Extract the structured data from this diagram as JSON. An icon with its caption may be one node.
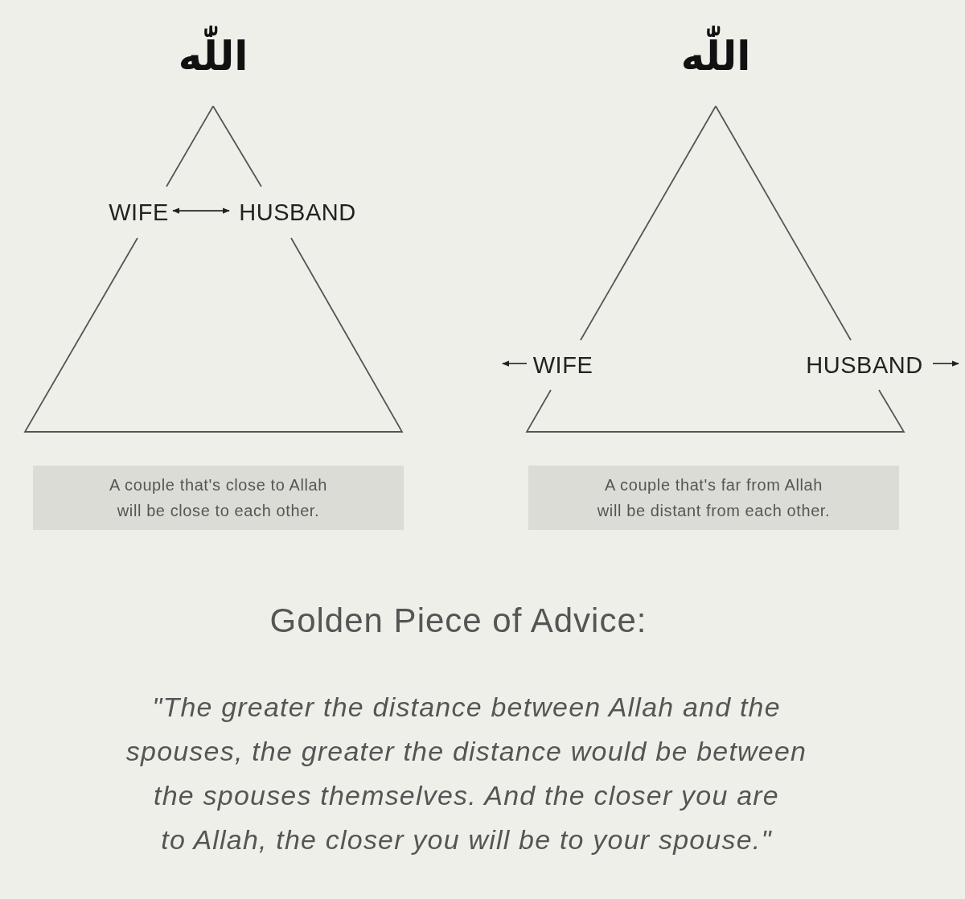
{
  "diagram": {
    "title": "Golden Piece of Advice:",
    "caption": "\"The greater the distance between Allah and the spouses, the greater the distance would be between the spouses themselves. And the closer you are to Allah, the closer you will be to your spouse.\"",
    "nodes": [
      {
        "text": [
          "اللّٰه"
        ]
      },
      {
        "text": [
          "WIFE"
        ]
      },
      {
        "text": [
          "HUSBAND"
        ]
      },
      {
        "text": [
          "اللّٰه"
        ]
      },
      {
        "text": [
          "WIFE"
        ]
      },
      {
        "text": [
          "HUSBAND"
        ]
      },
      {
        "text": [
          "A couple that's close to Allah will be close to each other."
        ]
      },
      {
        "text": [
          "A couple that's far from Allah will be distant from each other."
        ]
      }
    ],
    "edges": [
      {
        "from": 0,
        "to": 1,
        "arrow": "none"
      },
      {
        "from": 0,
        "to": 2,
        "arrow": "none"
      },
      {
        "from": 1,
        "to": 2,
        "arrow": "none"
      },
      {
        "from": 1,
        "to": 2,
        "arrow": "both"
      },
      {
        "from": 3,
        "to": 4,
        "arrow": "none"
      },
      {
        "from": 3,
        "to": 5,
        "arrow": "none"
      },
      {
        "from": 4,
        "to": 5,
        "arrow": "none"
      },
      {
        "from": 4,
        "to": null,
        "arrow": "to"
      },
      {
        "from": 5,
        "to": null,
        "arrow": "to"
      }
    ]
  }
}
